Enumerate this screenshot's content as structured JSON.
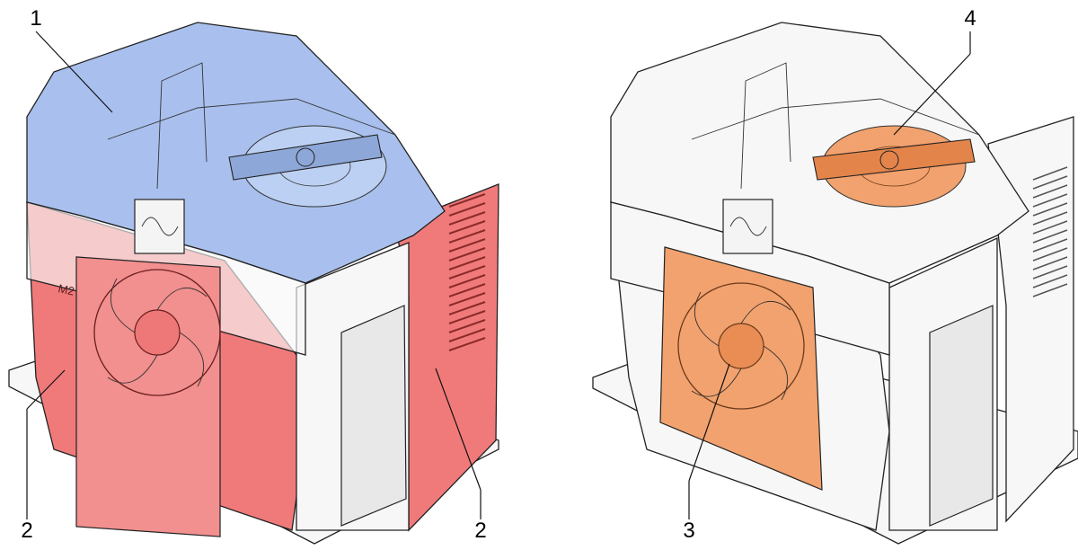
{
  "diagram": {
    "views": [
      {
        "id": "left-view",
        "callouts": [
          {
            "label": "1",
            "part": "upper-housing"
          },
          {
            "label": "2",
            "part": "side-panel-left"
          },
          {
            "label": "2",
            "part": "side-panel-right"
          }
        ],
        "highlight_colors": {
          "upper-housing": "#a9c0ee",
          "side-panels": "#f07a7a"
        }
      },
      {
        "id": "right-view",
        "callouts": [
          {
            "label": "3",
            "part": "fan"
          },
          {
            "label": "4",
            "part": "fan-top"
          }
        ],
        "highlight_colors": {
          "fan": "#f2a26e",
          "fan-top": "#f2a26e"
        }
      }
    ],
    "markings": {
      "model": "M2"
    }
  }
}
